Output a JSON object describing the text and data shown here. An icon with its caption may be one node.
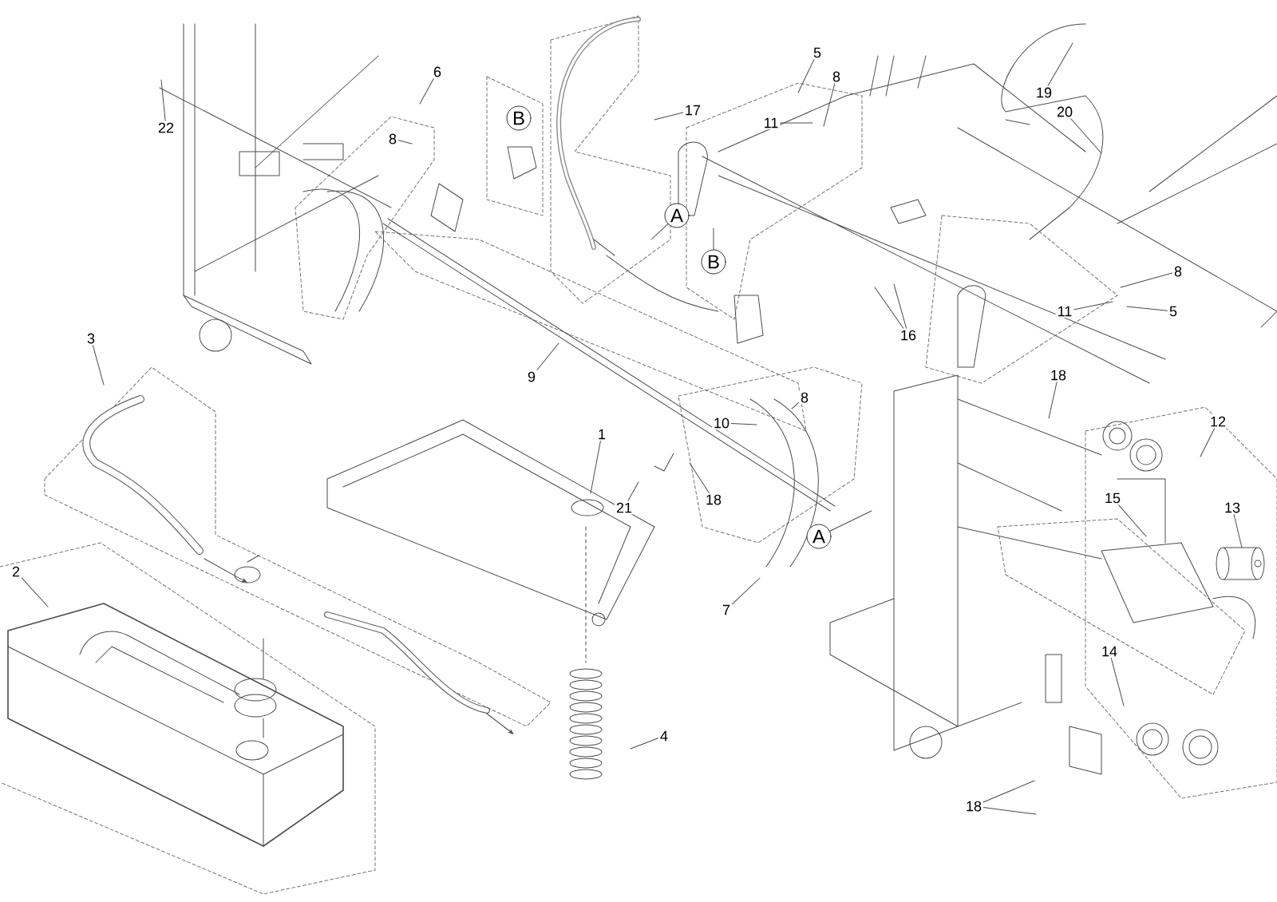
{
  "diagram": {
    "nodes": [
      {
        "text": [
          "22"
        ]
      },
      {
        "text": [
          "6"
        ]
      },
      {
        "text": [
          "8"
        ]
      },
      {
        "text": [
          "B"
        ]
      },
      {
        "text": [
          "17"
        ]
      },
      {
        "text": [
          "5"
        ]
      },
      {
        "text": [
          "8"
        ]
      },
      {
        "text": [
          "11"
        ]
      },
      {
        "text": [
          "A"
        ]
      },
      {
        "text": [
          "B"
        ]
      },
      {
        "text": [
          "19"
        ]
      },
      {
        "text": [
          "20"
        ]
      },
      {
        "text": [
          "8"
        ]
      },
      {
        "text": [
          "11"
        ]
      },
      {
        "text": [
          "5"
        ]
      },
      {
        "text": [
          "16"
        ]
      },
      {
        "text": [
          "9"
        ]
      },
      {
        "text": [
          "10"
        ]
      },
      {
        "text": [
          "8"
        ]
      },
      {
        "text": [
          "18"
        ]
      },
      {
        "text": [
          "12"
        ]
      },
      {
        "text": [
          "1"
        ]
      },
      {
        "text": [
          "21"
        ]
      },
      {
        "text": [
          "18"
        ]
      },
      {
        "text": [
          "A"
        ]
      },
      {
        "text": [
          "7"
        ]
      },
      {
        "text": [
          "15"
        ]
      },
      {
        "text": [
          "13"
        ]
      },
      {
        "text": [
          "14"
        ]
      },
      {
        "text": [
          "4"
        ]
      },
      {
        "text": [
          "18"
        ]
      },
      {
        "text": [
          "3"
        ]
      },
      {
        "text": [
          "2"
        ]
      }
    ],
    "edges": [
      {
        "from": 0,
        "to": null,
        "arrow": "none"
      },
      {
        "from": 1,
        "to": null,
        "arrow": "none"
      },
      {
        "from": 2,
        "to": null,
        "arrow": "none"
      },
      {
        "from": 4,
        "to": null,
        "arrow": "none"
      },
      {
        "from": 5,
        "to": null,
        "arrow": "none"
      },
      {
        "from": 6,
        "to": null,
        "arrow": "none"
      },
      {
        "from": 7,
        "to": null,
        "arrow": "none"
      },
      {
        "from": 8,
        "to": null,
        "arrow": "none"
      },
      {
        "from": 9,
        "to": null,
        "arrow": "none"
      },
      {
        "from": 10,
        "to": null,
        "arrow": "none"
      },
      {
        "from": 11,
        "to": null,
        "arrow": "none"
      },
      {
        "from": 12,
        "to": null,
        "arrow": "none"
      },
      {
        "from": 13,
        "to": null,
        "arrow": "none"
      },
      {
        "from": 14,
        "to": null,
        "arrow": "none"
      },
      {
        "from": 15,
        "to": null,
        "arrow": "none"
      },
      {
        "from": 15,
        "to": null,
        "arrow": "none"
      },
      {
        "from": 16,
        "to": null,
        "arrow": "none"
      },
      {
        "from": 17,
        "to": null,
        "arrow": "none"
      },
      {
        "from": 18,
        "to": null,
        "arrow": "none"
      },
      {
        "from": 19,
        "to": null,
        "arrow": "none"
      },
      {
        "from": 20,
        "to": null,
        "arrow": "none"
      },
      {
        "from": 21,
        "to": null,
        "arrow": "none"
      },
      {
        "from": 22,
        "to": null,
        "arrow": "none"
      },
      {
        "from": 23,
        "to": null,
        "arrow": "none"
      },
      {
        "from": 24,
        "to": null,
        "arrow": "none"
      },
      {
        "from": 25,
        "to": null,
        "arrow": "none"
      },
      {
        "from": 26,
        "to": null,
        "arrow": "none"
      },
      {
        "from": 27,
        "to": null,
        "arrow": "none"
      },
      {
        "from": 28,
        "to": null,
        "arrow": "none"
      },
      {
        "from": 29,
        "to": null,
        "arrow": "none"
      },
      {
        "from": 30,
        "to": null,
        "arrow": "none"
      },
      {
        "from": 30,
        "to": null,
        "arrow": "none"
      },
      {
        "from": 31,
        "to": null,
        "arrow": "none"
      },
      {
        "from": 32,
        "to": null,
        "arrow": "none"
      }
    ]
  }
}
